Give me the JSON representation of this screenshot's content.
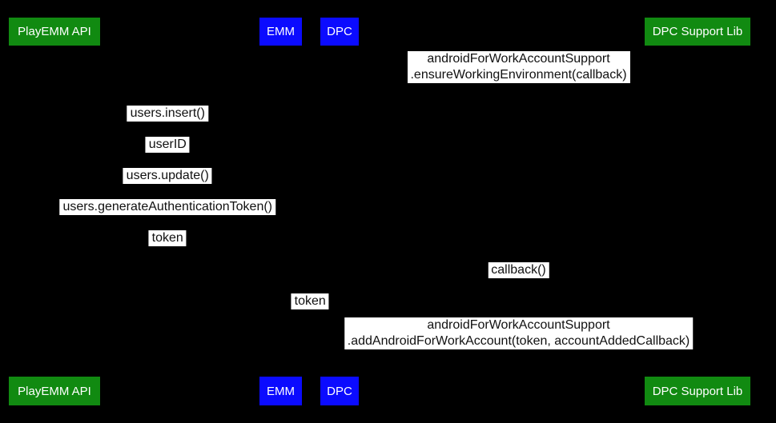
{
  "colors": {
    "background": "#000000",
    "green_actor": "#118a11",
    "blue_actor": "#0b0bff",
    "actor_text": "#ffffff",
    "label_bg": "#ffffff",
    "label_text": "#111111"
  },
  "actors": [
    {
      "id": "playemm-api",
      "label": "PlayEMM API",
      "color": "green"
    },
    {
      "id": "emm",
      "label": "EMM",
      "color": "blue"
    },
    {
      "id": "dpc",
      "label": "DPC",
      "color": "blue"
    },
    {
      "id": "dpc-support-lib",
      "label": "DPC Support Lib",
      "color": "green"
    }
  ],
  "messages": [
    {
      "between": [
        "dpc",
        "dpc-support-lib"
      ],
      "lines": [
        "androidForWorkAccountSupport",
        ".ensureWorkingEnvironment(callback)"
      ]
    },
    {
      "between": [
        "playemm-api",
        "emm"
      ],
      "lines": [
        "users.insert()"
      ]
    },
    {
      "between": [
        "playemm-api",
        "emm"
      ],
      "lines": [
        "userID"
      ]
    },
    {
      "between": [
        "playemm-api",
        "emm"
      ],
      "lines": [
        "users.update()"
      ]
    },
    {
      "between": [
        "playemm-api",
        "emm"
      ],
      "lines": [
        "users.generateAuthenticationToken()"
      ]
    },
    {
      "between": [
        "playemm-api",
        "emm"
      ],
      "lines": [
        "token"
      ]
    },
    {
      "between": [
        "dpc",
        "dpc-support-lib"
      ],
      "lines": [
        "callback()"
      ]
    },
    {
      "between": [
        "emm",
        "dpc"
      ],
      "lines": [
        "token"
      ]
    },
    {
      "between": [
        "dpc",
        "dpc-support-lib"
      ],
      "lines": [
        "androidForWorkAccountSupport",
        ".addAndroidForWorkAccount(token, accountAddedCallback)"
      ]
    }
  ]
}
